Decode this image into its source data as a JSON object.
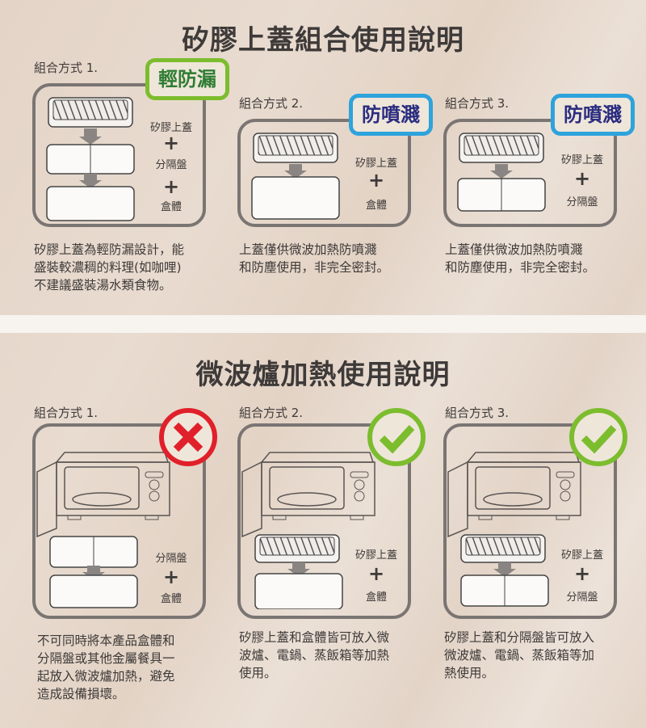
{
  "colors": {
    "background": "#e6d7ca",
    "divider": "#f7f3ef",
    "text": "#3e3a39",
    "panel_border": "#7a7573",
    "badge_green_border": "#7cbd2e",
    "badge_green_text": "#2e7d32",
    "badge_blue_border": "#2ea3dc",
    "badge_blue_text": "#2b2d80",
    "cross_red": "#e0202a",
    "check_green": "#7cbd2e"
  },
  "lid_section": {
    "title": "矽膠上蓋組合使用說明",
    "columns": [
      {
        "label": "組合方式 1.",
        "badge": "輕防漏",
        "badge_color": "green",
        "parts": [
          "矽膠上蓋",
          "分隔盤",
          "盒體"
        ],
        "plus": "+",
        "description": [
          "矽膠上蓋為輕防漏設計，能",
          "盛裝較濃稠的料理(如咖哩)",
          "不建議盛裝湯水類食物。"
        ]
      },
      {
        "label": "組合方式 2.",
        "badge": "防噴濺",
        "badge_color": "blue",
        "parts": [
          "矽膠上蓋",
          "盒體"
        ],
        "plus": "+",
        "description": [
          "上蓋僅供微波加熱防噴濺",
          "和防塵使用，非完全密封。"
        ]
      },
      {
        "label": "組合方式 3.",
        "badge": "防噴濺",
        "badge_color": "blue",
        "parts": [
          "矽膠上蓋",
          "分隔盤"
        ],
        "plus": "+",
        "description": [
          "上蓋僅供微波加熱防噴濺",
          "和防塵使用，非完全密封。"
        ]
      }
    ]
  },
  "microwave_section": {
    "title": "微波爐加熱使用說明",
    "columns": [
      {
        "label": "組合方式 1.",
        "status": "cross-icon",
        "parts": [
          "分隔盤",
          "盒體"
        ],
        "plus": "+",
        "description": [
          "不可同時將本產品盒體和",
          "分隔盤或其他金屬餐具一",
          "起放入微波爐加熱，避免",
          "造成設備損壞。"
        ]
      },
      {
        "label": "組合方式 2.",
        "status": "check-icon",
        "parts": [
          "矽膠上蓋",
          "盒體"
        ],
        "plus": "+",
        "description": [
          "矽膠上蓋和盒體皆可放入微",
          "波爐、電鍋、蒸飯箱等加熱",
          "使用。"
        ]
      },
      {
        "label": "組合方式 3.",
        "status": "check-icon",
        "parts": [
          "矽膠上蓋",
          "分隔盤"
        ],
        "plus": "+",
        "description": [
          "矽膠上蓋和分隔盤皆可放入",
          "微波爐、電鍋、蒸飯箱等加",
          "熱使用。"
        ]
      }
    ]
  }
}
